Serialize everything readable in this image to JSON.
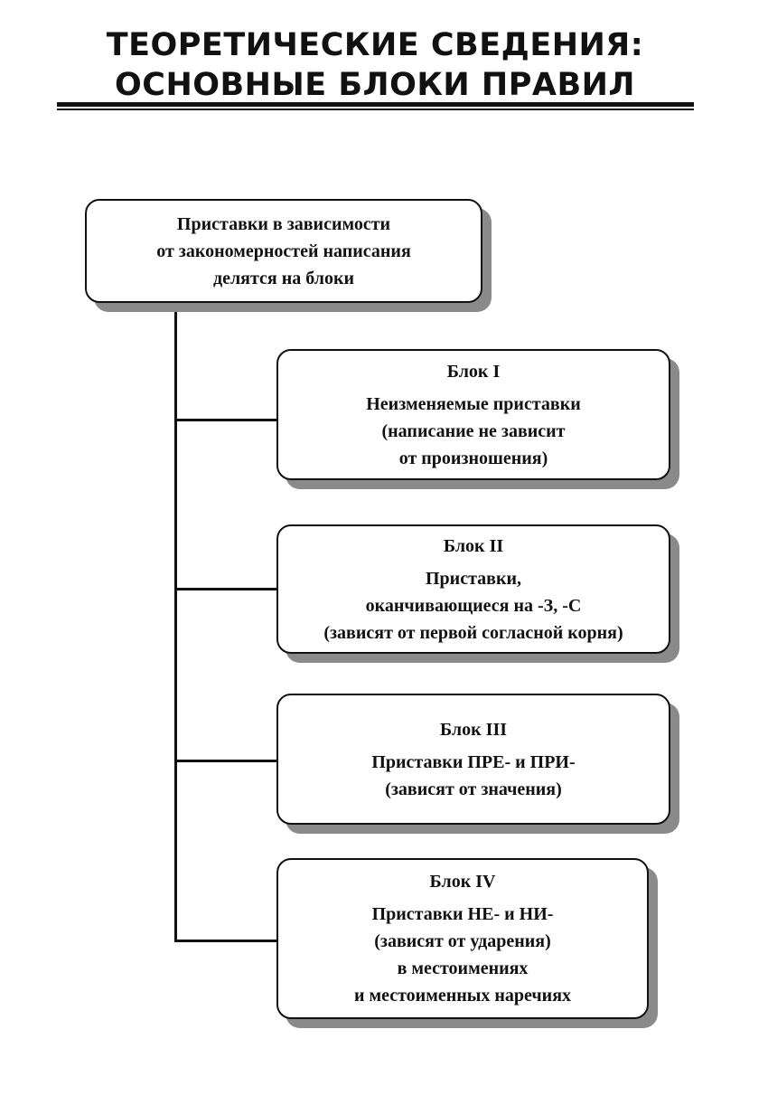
{
  "header": {
    "title_line1": "ТЕОРЕТИЧЕСКИЕ СВЕДЕНИЯ:",
    "title_line2": "ОСНОВНЫЕ БЛОКИ ПРАВИЛ"
  },
  "diagram": {
    "root": {
      "lines": [
        "Приставки в зависимости",
        "от закономерностей написания",
        "делятся на блоки"
      ]
    },
    "blocks": [
      {
        "heading": "Блок I",
        "lines": [
          "Неизменяемые приставки",
          "(написание не зависит",
          "от произношения)"
        ]
      },
      {
        "heading": "Блок II",
        "lines": [
          "Приставки,",
          "оканчивающиеся на -З, -С",
          "(зависят от первой согласной корня)"
        ]
      },
      {
        "heading": "Блок III",
        "lines": [
          "Приставки ПРЕ- и ПРИ-",
          "(зависят от значения)"
        ]
      },
      {
        "heading": "Блок IV",
        "lines": [
          "Приставки НЕ- и НИ-",
          "(зависят от ударения)",
          "в местоимениях",
          "и местоименных наречиях"
        ]
      }
    ]
  },
  "colors": {
    "ink": "#111111",
    "shadow": "#8a8a8a",
    "background": "#ffffff"
  }
}
